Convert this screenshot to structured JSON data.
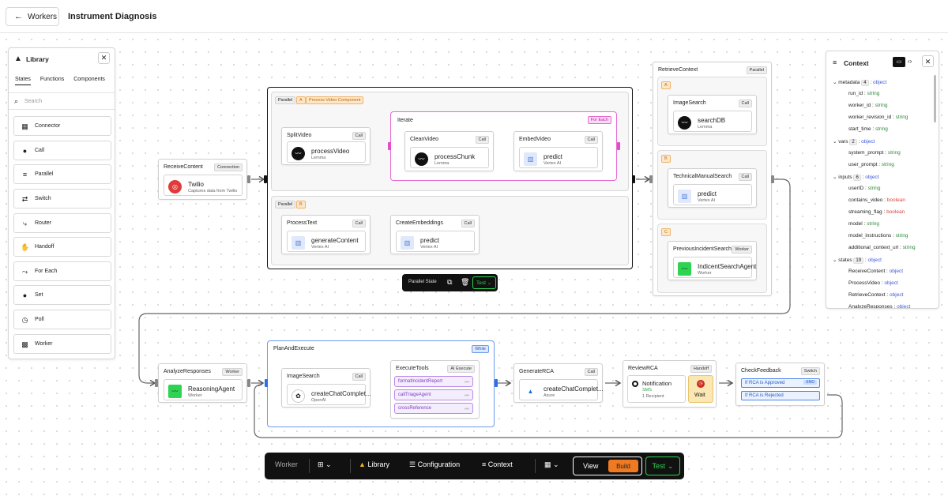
{
  "header": {
    "back_label": "Workers",
    "title": "Instrument Diagnosis"
  },
  "library": {
    "title": "Library",
    "tabs": [
      "States",
      "Functions",
      "Components"
    ],
    "search_placeholder": "Search",
    "items": [
      {
        "label": "Connector",
        "icon": "connector-icon"
      },
      {
        "label": "Call",
        "icon": "bolt-icon"
      },
      {
        "label": "Parallel",
        "icon": "parallel-icon"
      },
      {
        "label": "Switch",
        "icon": "switch-icon"
      },
      {
        "label": "Router",
        "icon": "router-icon"
      },
      {
        "label": "Handoff",
        "icon": "handoff-icon"
      },
      {
        "label": "For Each",
        "icon": "foreach-icon"
      },
      {
        "label": "Set",
        "icon": "bolt-icon"
      },
      {
        "label": "Poll",
        "icon": "clock-icon"
      },
      {
        "label": "Worker",
        "icon": "worker-icon"
      }
    ]
  },
  "nodes": {
    "receive": {
      "title": "ReceiveContent",
      "tag": "Connection",
      "name": "Twilio",
      "sub": "Captures data from Twilio"
    },
    "parallel_a": {
      "tag": "Parallel",
      "letter": "A",
      "component": "Process Video Component"
    },
    "split": {
      "title": "SplitVideo",
      "tag": "Call",
      "name": "processVideo",
      "sub": "Lemma"
    },
    "iterate": {
      "title": "Iterate",
      "tag": "For Each"
    },
    "clean": {
      "title": "CleanVideo",
      "tag": "Call",
      "name": "processChunk",
      "sub": "Lemma"
    },
    "embed": {
      "title": "EmbedVideo",
      "tag": "Call",
      "name": "predict",
      "sub": "Vertex AI"
    },
    "parallel_b": {
      "tag": "Parallel",
      "letter": "B"
    },
    "processtext": {
      "title": "ProcessText",
      "tag": "Call",
      "name": "generateContent",
      "sub": "Vertex AI"
    },
    "createemb": {
      "title": "CreateEmbeddings",
      "tag": "Call",
      "name": "predict",
      "sub": "Vertex AI"
    },
    "parallel_state": {
      "label": "Parallel State",
      "test": "Test"
    },
    "retrieve": {
      "title": "RetrieveContext",
      "tag": "Parallel"
    },
    "imagesearch": {
      "letter": "A",
      "title": "ImageSearch",
      "tag": "Call",
      "name": "searchDB",
      "sub": "Lemma"
    },
    "techsearch": {
      "letter": "B",
      "title": "TechnicalManualSearch",
      "tag": "Call",
      "name": "predict",
      "sub": "Vertex AI"
    },
    "incidentsearch": {
      "letter": "C",
      "title": "PreviousIncidentSearch",
      "tag": "Worker",
      "name": "IndicentSearchAgent",
      "sub": "Worker"
    },
    "analyze": {
      "title": "AnalyzeResponses",
      "tag": "Worker",
      "name": "ReasoningAgent",
      "sub": "Worker"
    },
    "plan": {
      "title": "PlanAndExecute",
      "tag": "While"
    },
    "imagesearch2": {
      "title": "ImageSearch",
      "tag": "Call",
      "name": "createChatComplet...",
      "sub": "OpenAI"
    },
    "executetools": {
      "title": "ExecuteTools",
      "tag": "AI Execute",
      "tools": [
        "formatIncidentReport",
        "callTriageAgent",
        "crossReference"
      ]
    },
    "generatercа": {
      "title": "GenerateRCA",
      "tag": "Call",
      "name": "createChatComplet...",
      "sub": "Azure"
    },
    "review": {
      "title": "ReviewRCA",
      "tag": "Handoff",
      "name": "Notification",
      "sub1": "SMS",
      "sub2": "1 Recipient",
      "wait": "Wait"
    },
    "check": {
      "title": "CheckFeedback",
      "tag": "Switch",
      "cond1": "If RCA is Approved",
      "cond1_tag": "END",
      "cond2": "If RCA is Rejected"
    }
  },
  "context": {
    "title": "Context",
    "rows": [
      {
        "key": "metadata",
        "count": "4",
        "type": "object",
        "level": 0,
        "expand": true
      },
      {
        "key": "run_id",
        "type": "string",
        "level": 1
      },
      {
        "key": "worker_id",
        "type": "string",
        "level": 1
      },
      {
        "key": "worker_revision_id",
        "type": "string",
        "level": 1
      },
      {
        "key": "start_time",
        "type": "string",
        "level": 1
      },
      {
        "key": "vars",
        "count": "2",
        "type": "object",
        "level": 0,
        "expand": true
      },
      {
        "key": "system_prompt",
        "type": "string",
        "level": 1
      },
      {
        "key": "user_prompt",
        "type": "string",
        "level": 1
      },
      {
        "key": "inputs",
        "count": "6",
        "type": "object",
        "level": 0,
        "expand": true
      },
      {
        "key": "userID",
        "type": "string",
        "level": 1
      },
      {
        "key": "contains_video",
        "type": "boolean",
        "level": 1
      },
      {
        "key": "streaming_flag",
        "type": "boolean",
        "level": 1
      },
      {
        "key": "model",
        "type": "string",
        "level": 1
      },
      {
        "key": "model_instructions",
        "type": "string",
        "level": 1
      },
      {
        "key": "additional_context_url",
        "type": "string",
        "level": 1
      },
      {
        "key": "states",
        "count": "19",
        "type": "object",
        "level": 0,
        "expand": true
      },
      {
        "key": "ReceiveContent",
        "type": "object",
        "level": 1
      },
      {
        "key": "ProcessVideo",
        "type": "object",
        "level": 1
      },
      {
        "key": "RetrieveContext",
        "type": "object",
        "level": 1
      },
      {
        "key": "AnalyzeResponses",
        "type": "object",
        "level": 1
      }
    ]
  },
  "toolbar": {
    "worker": "Worker",
    "library": "Library",
    "configuration": "Configuration",
    "context": "Context",
    "view": "View",
    "build": "Build",
    "test": "Test"
  }
}
